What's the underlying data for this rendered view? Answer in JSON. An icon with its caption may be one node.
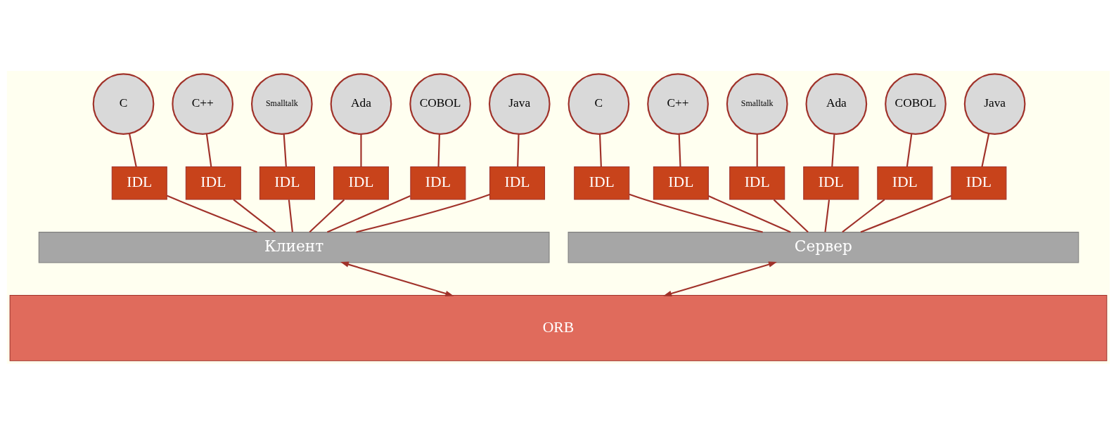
{
  "diagram": {
    "nodes": [
      {
        "text": [
          "C"
        ]
      },
      {
        "text": [
          "C++"
        ]
      },
      {
        "text": [
          "Smalltalk"
        ]
      },
      {
        "text": [
          "Ada"
        ]
      },
      {
        "text": [
          "COBOL"
        ]
      },
      {
        "text": [
          "Java"
        ]
      },
      {
        "text": [
          "C"
        ]
      },
      {
        "text": [
          "C++"
        ]
      },
      {
        "text": [
          "Smalltalk"
        ]
      },
      {
        "text": [
          "Ada"
        ]
      },
      {
        "text": [
          "COBOL"
        ]
      },
      {
        "text": [
          "Java"
        ]
      },
      {
        "text": [
          "IDL"
        ]
      },
      {
        "text": [
          "IDL"
        ]
      },
      {
        "text": [
          "IDL"
        ]
      },
      {
        "text": [
          "IDL"
        ]
      },
      {
        "text": [
          "IDL"
        ]
      },
      {
        "text": [
          "IDL"
        ]
      },
      {
        "text": [
          "IDL"
        ]
      },
      {
        "text": [
          "IDL"
        ]
      },
      {
        "text": [
          "IDL"
        ]
      },
      {
        "text": [
          "IDL"
        ]
      },
      {
        "text": [
          "IDL"
        ]
      },
      {
        "text": [
          "IDL"
        ]
      },
      {
        "text": [
          "Клиент"
        ]
      },
      {
        "text": [
          "Сервер"
        ]
      },
      {
        "text": [
          "ORB"
        ]
      }
    ],
    "edges": [
      {
        "from": 0,
        "to": 12,
        "arrow": "none"
      },
      {
        "from": 1,
        "to": 13,
        "arrow": "none"
      },
      {
        "from": 2,
        "to": 14,
        "arrow": "none"
      },
      {
        "from": 3,
        "to": 15,
        "arrow": "none"
      },
      {
        "from": 4,
        "to": 16,
        "arrow": "none"
      },
      {
        "from": 5,
        "to": 17,
        "arrow": "none"
      },
      {
        "from": 6,
        "to": 18,
        "arrow": "none"
      },
      {
        "from": 7,
        "to": 19,
        "arrow": "none"
      },
      {
        "from": 8,
        "to": 20,
        "arrow": "none"
      },
      {
        "from": 9,
        "to": 21,
        "arrow": "none"
      },
      {
        "from": 10,
        "to": 22,
        "arrow": "none"
      },
      {
        "from": 11,
        "to": 23,
        "arrow": "none"
      },
      {
        "from": 12,
        "to": 24,
        "arrow": "none"
      },
      {
        "from": 13,
        "to": 24,
        "arrow": "none"
      },
      {
        "from": 14,
        "to": 24,
        "arrow": "none"
      },
      {
        "from": 15,
        "to": 24,
        "arrow": "none"
      },
      {
        "from": 16,
        "to": 24,
        "arrow": "none"
      },
      {
        "from": 17,
        "to": 24,
        "arrow": "none"
      },
      {
        "from": 18,
        "to": 25,
        "arrow": "none"
      },
      {
        "from": 19,
        "to": 25,
        "arrow": "none"
      },
      {
        "from": 20,
        "to": 25,
        "arrow": "none"
      },
      {
        "from": 21,
        "to": 25,
        "arrow": "none"
      },
      {
        "from": 22,
        "to": 25,
        "arrow": "none"
      },
      {
        "from": 23,
        "to": 25,
        "arrow": "none"
      },
      {
        "from": 24,
        "to": 26,
        "arrow": "both"
      },
      {
        "from": 25,
        "to": 26,
        "arrow": "both"
      }
    ]
  }
}
